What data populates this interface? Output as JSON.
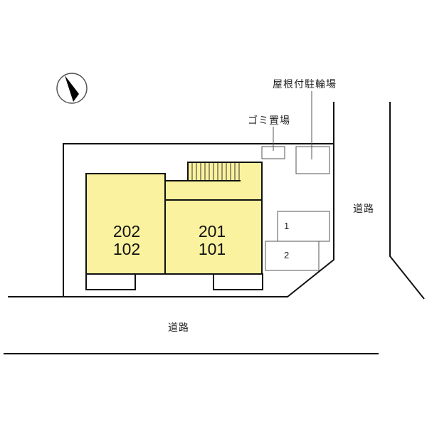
{
  "diagram": {
    "type": "site-layout-plan",
    "compass": {
      "icon": "north-arrow-icon",
      "direction": "north-northwest"
    },
    "labels": {
      "bicycle_parking": "屋根付駐輪場",
      "garbage_area": "ゴミ置場",
      "road_right": "道路",
      "road_bottom": "道路"
    },
    "units": [
      {
        "upper": "202",
        "lower": "102"
      },
      {
        "upper": "201",
        "lower": "101"
      }
    ],
    "parking_spaces": [
      {
        "number": "1"
      },
      {
        "number": "2"
      }
    ],
    "colors": {
      "building_fill": "#FAF29E",
      "line": "#111111",
      "thin_line": "#555555",
      "background": "#FFFFFF"
    }
  }
}
